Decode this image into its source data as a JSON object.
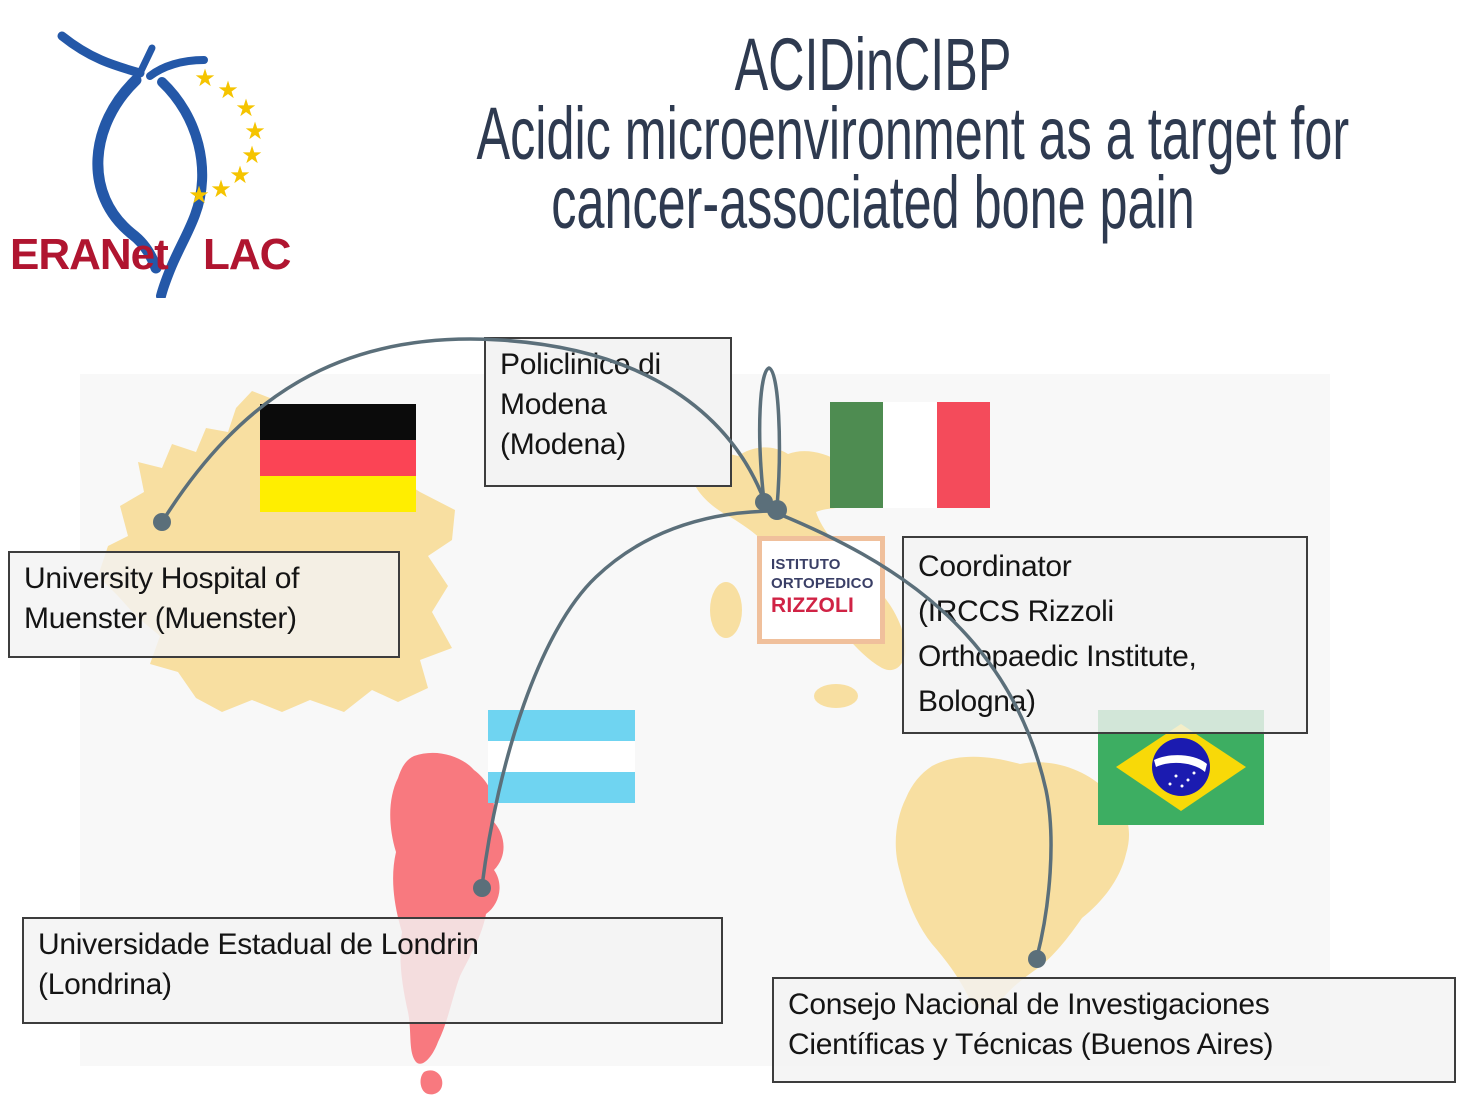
{
  "header": {
    "title": {
      "line1": "ACIDinCIBP",
      "line2": "Acidic microenvironment as a target for",
      "line3": "cancer-associated bone pain"
    },
    "logo": {
      "name": "ERANet LAC",
      "text_left": "ERANet",
      "text_right": "LAC"
    }
  },
  "rizzoli_logo": {
    "line1": "ISTITUTO",
    "line2": "ORTOPEDICO",
    "line3": "RIZZOLI"
  },
  "partner_labels": {
    "modena": "Policlinico di\nModena\n(Modena)",
    "muenster": "University Hospital of\nMuenster (Muenster)",
    "coordinator": "Coordinator\n(IRCCS Rizzoli\nOrthopaedic Institute,\nBologna)",
    "londrina": "Universidade Estadual de Londrin\n(Londrina)",
    "conicet": "Consejo Nacional de Investigaciones\nCientíficas y Técnicas (Buenos Aires)"
  },
  "map": {
    "countries": [
      "Germany",
      "Italy",
      "Argentina",
      "Brazil"
    ],
    "flags": [
      "germany-flag",
      "italy-flag",
      "argentina-flag",
      "brazil-flag"
    ]
  },
  "colors": {
    "title_text": "#2e3a50",
    "logo_red": "#b01530",
    "logo_blue": "#2458a8",
    "logo_star_yellow": "#f5c400",
    "connector": "#5b6f7a",
    "map_country_wheat": "#f8dfa1",
    "map_argentina_salmon": "#f8797f",
    "panel_bg": "#f8f8f8",
    "label_box_bg": "#f3f3f3",
    "label_box_border": "#3d3d3d",
    "rizzoli_border": "#f0c09c",
    "rizzoli_navy": "#3a3f66",
    "rizzoli_red": "#d02345",
    "flag_de": [
      "#0b0b0b",
      "#fb4455",
      "#ffee00"
    ],
    "flag_it": [
      "#4e8c51",
      "#ffffff",
      "#f44b5b"
    ],
    "flag_ar": [
      "#6fd4f1",
      "#ffffff"
    ],
    "flag_br": [
      "#3dae62",
      "#f8d908",
      "#1b1bb0",
      "#ffffff"
    ]
  }
}
